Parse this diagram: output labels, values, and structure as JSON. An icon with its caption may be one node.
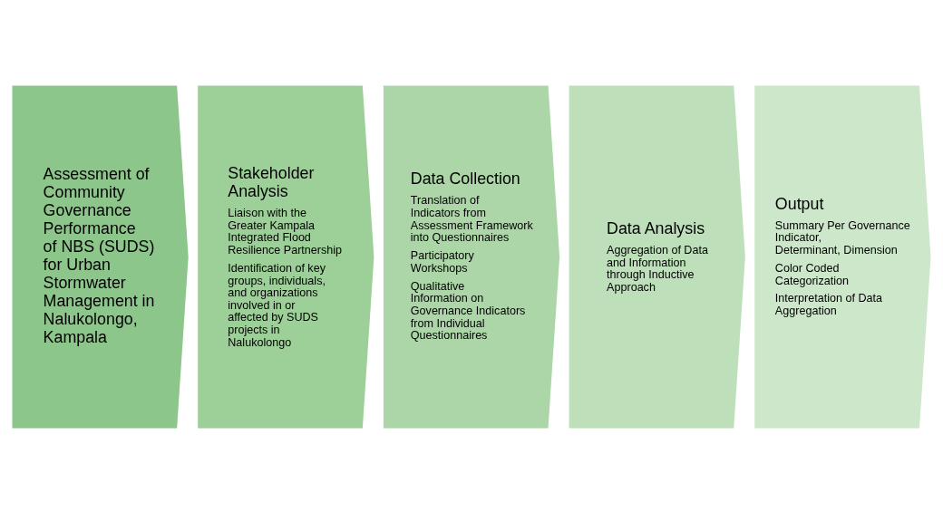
{
  "diagram": {
    "nodes": [
      {
        "text": [
          "Assessment of Community Governance Performance of NBS (SUDS) for Urban Stormwater Management in Nalukolongo, Kampala"
        ]
      },
      {
        "text": [
          "Stakeholder Analysis",
          "Liaison with the Greater Kampala Integrated Flood Resilience Partnership",
          "Identification of key groups, individuals, and organizations involved in or affected by SUDS projects in Nalukolongo"
        ]
      },
      {
        "text": [
          "Data Collection",
          "Translation of Indicators from Assessment Framework into Questionnaires",
          "Participatory Workshops",
          "Qualitative Information on Governance Indicators from Individual Questionnaires"
        ]
      },
      {
        "text": [
          "Data Analysis",
          "Aggregation of Data and Information through Inductive Approach"
        ]
      },
      {
        "text": [
          "Output",
          "Summary Per Governance Indicator, Determinant, Dimension",
          "Color Coded Categorization",
          "Interpretation of Data Aggregation"
        ]
      }
    ],
    "edges": []
  }
}
